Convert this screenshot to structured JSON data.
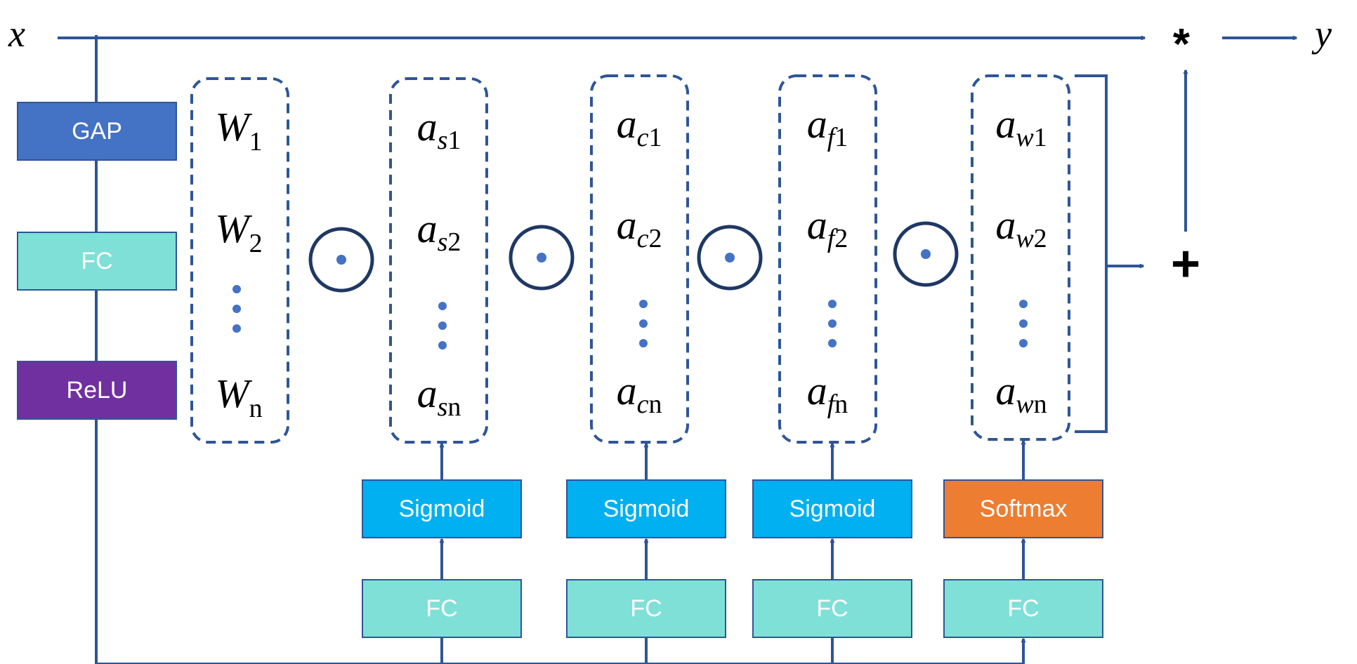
{
  "colors": {
    "line": "#2f5597",
    "gap": "#4472c4",
    "fc": "#7fe0d8",
    "relu": "#7030a0",
    "sigmoid": "#00b0f0",
    "softmax": "#ed7d31",
    "dot": "#4472c4",
    "circle": "#1f3864"
  },
  "input_label": "x",
  "output_label": "y",
  "multiply_symbol": "*",
  "add_symbol": "+",
  "left_stack": [
    {
      "id": "gap",
      "label": "GAP",
      "color_key": "gap"
    },
    {
      "id": "fc",
      "label": "FC",
      "color_key": "fc"
    },
    {
      "id": "relu",
      "label": "ReLU",
      "color_key": "relu"
    }
  ],
  "weight_column": {
    "base": "W",
    "subs": [
      "1",
      "2",
      "n"
    ]
  },
  "operator_symbol": "⊙",
  "attention_columns": [
    {
      "id": "s",
      "base": "a",
      "subvar": "s",
      "items": [
        "1",
        "2",
        "n"
      ],
      "activation": "Sigmoid",
      "activation_color_key": "sigmoid",
      "fc_label": "FC"
    },
    {
      "id": "c",
      "base": "a",
      "subvar": "c",
      "items": [
        "1",
        "2",
        "n"
      ],
      "activation": "Sigmoid",
      "activation_color_key": "sigmoid",
      "fc_label": "FC"
    },
    {
      "id": "f",
      "base": "a",
      "subvar": "f",
      "items": [
        "1",
        "2",
        "n"
      ],
      "activation": "Sigmoid",
      "activation_color_key": "sigmoid",
      "fc_label": "FC"
    },
    {
      "id": "w",
      "base": "a",
      "subvar": "w",
      "items": [
        "1",
        "2",
        "n"
      ],
      "activation": "Softmax",
      "activation_color_key": "softmax",
      "fc_label": "FC"
    }
  ]
}
